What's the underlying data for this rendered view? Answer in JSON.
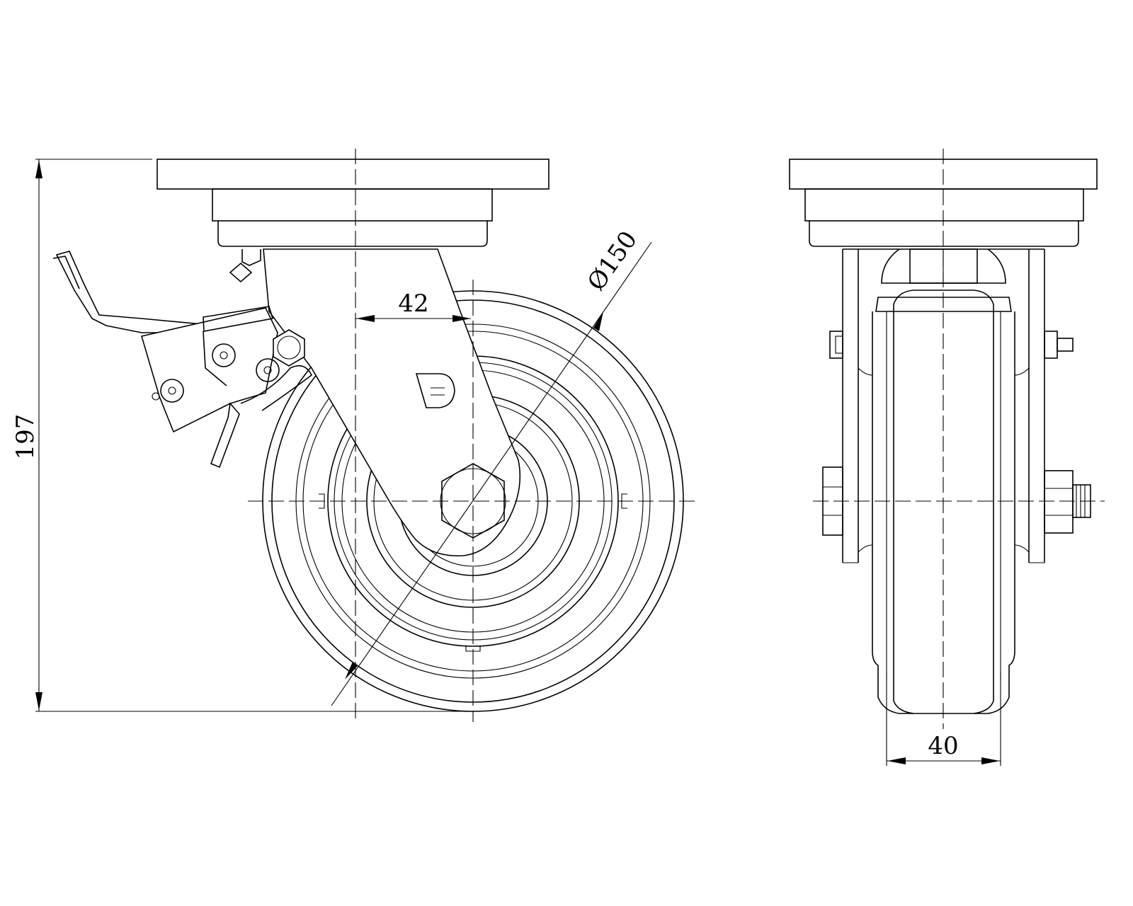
{
  "dimensions": {
    "overall_height": "197",
    "offset": "42",
    "wheel_diameter": "Ø150",
    "wheel_width": "40"
  },
  "icons": {
    "logo": "brand-d-logo-icon"
  }
}
